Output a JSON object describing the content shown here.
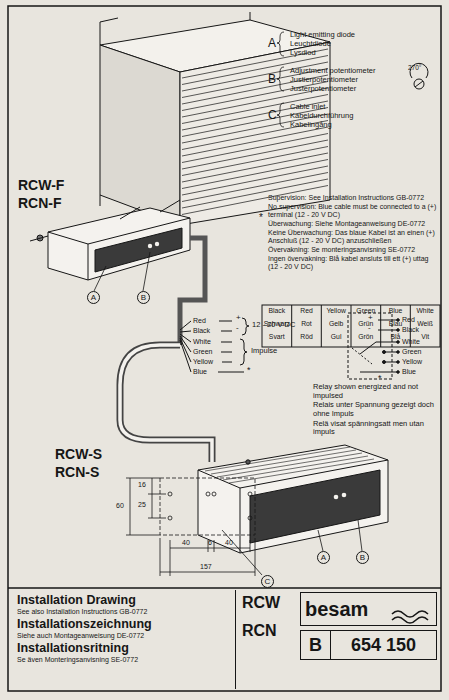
{
  "diagram": {
    "nodes": [
      {
        "text": [
          "Installation Drawing",
          "See also Installation Instructions GB-0772",
          "Installationszeichnung",
          "Siehe auch Montageanweisung DE-0772",
          "Installationsritning",
          "Se även Monteringsanvisning SE-0772"
        ]
      },
      {
        "text": [
          "besam"
        ]
      },
      {
        "text": [
          "B"
        ]
      },
      {
        "text": [
          "654 150"
        ]
      }
    ],
    "edges": [],
    "labels": [
      "A",
      "Light emitting diode",
      "Leuchtdiode",
      "Lysdiod",
      "B",
      "Adjustment potentiometer",
      "Justierpotentiometer",
      "Justerpotentiometer",
      "270°",
      "C",
      "Cable inlet",
      "Kabeldurchführung",
      "Kabelingång",
      "RCW-F",
      "RCN-F",
      "*",
      "Supervision: See Installation Instructions GB-0772",
      "No supervision: Blue cable must be connected to a (+) terminal (12 - 20 V DC)",
      "Überwachung: Siehe Montageanweisung DE-0772",
      "Keine Überwachung: Das blaue Kabel ist an einen (+) Anschluß (12 - 20 V DC) anzuschließen",
      "Övervakning: Se monteringsanvisning SE-0772",
      "Ingen övervakning: Blå kabel ansluts till ett (+) uttag (12 - 20 V DC)",
      "Black",
      "Red",
      "Yellow",
      "Green",
      "Blue",
      "White",
      "Schwarz",
      "Rot",
      "Gelb",
      "Grün",
      "Blau",
      "Weiß",
      "Svart",
      "Röd",
      "Gul",
      "Grön",
      "Blå",
      "Vit",
      "Red",
      "Black",
      "White",
      "Green",
      "Yellow",
      "Blue",
      "+",
      "-",
      "12 - 20 V DC",
      "Impulse",
      "*",
      "+",
      "-",
      "Red",
      "Black",
      "White",
      "Green",
      "Yellow",
      "Blue",
      "*",
      "Relay shown energized and not impulsed",
      "Relais unter Spannung gezeigt doch ohne Impuls",
      "Relä visat spänningsatt men utan impuls",
      "RCW-S",
      "RCN-S",
      "60",
      "16",
      "25",
      "40",
      "6",
      "40",
      "157",
      "A",
      "B",
      "A",
      "B",
      "C",
      "RCW",
      "RCN"
    ]
  }
}
